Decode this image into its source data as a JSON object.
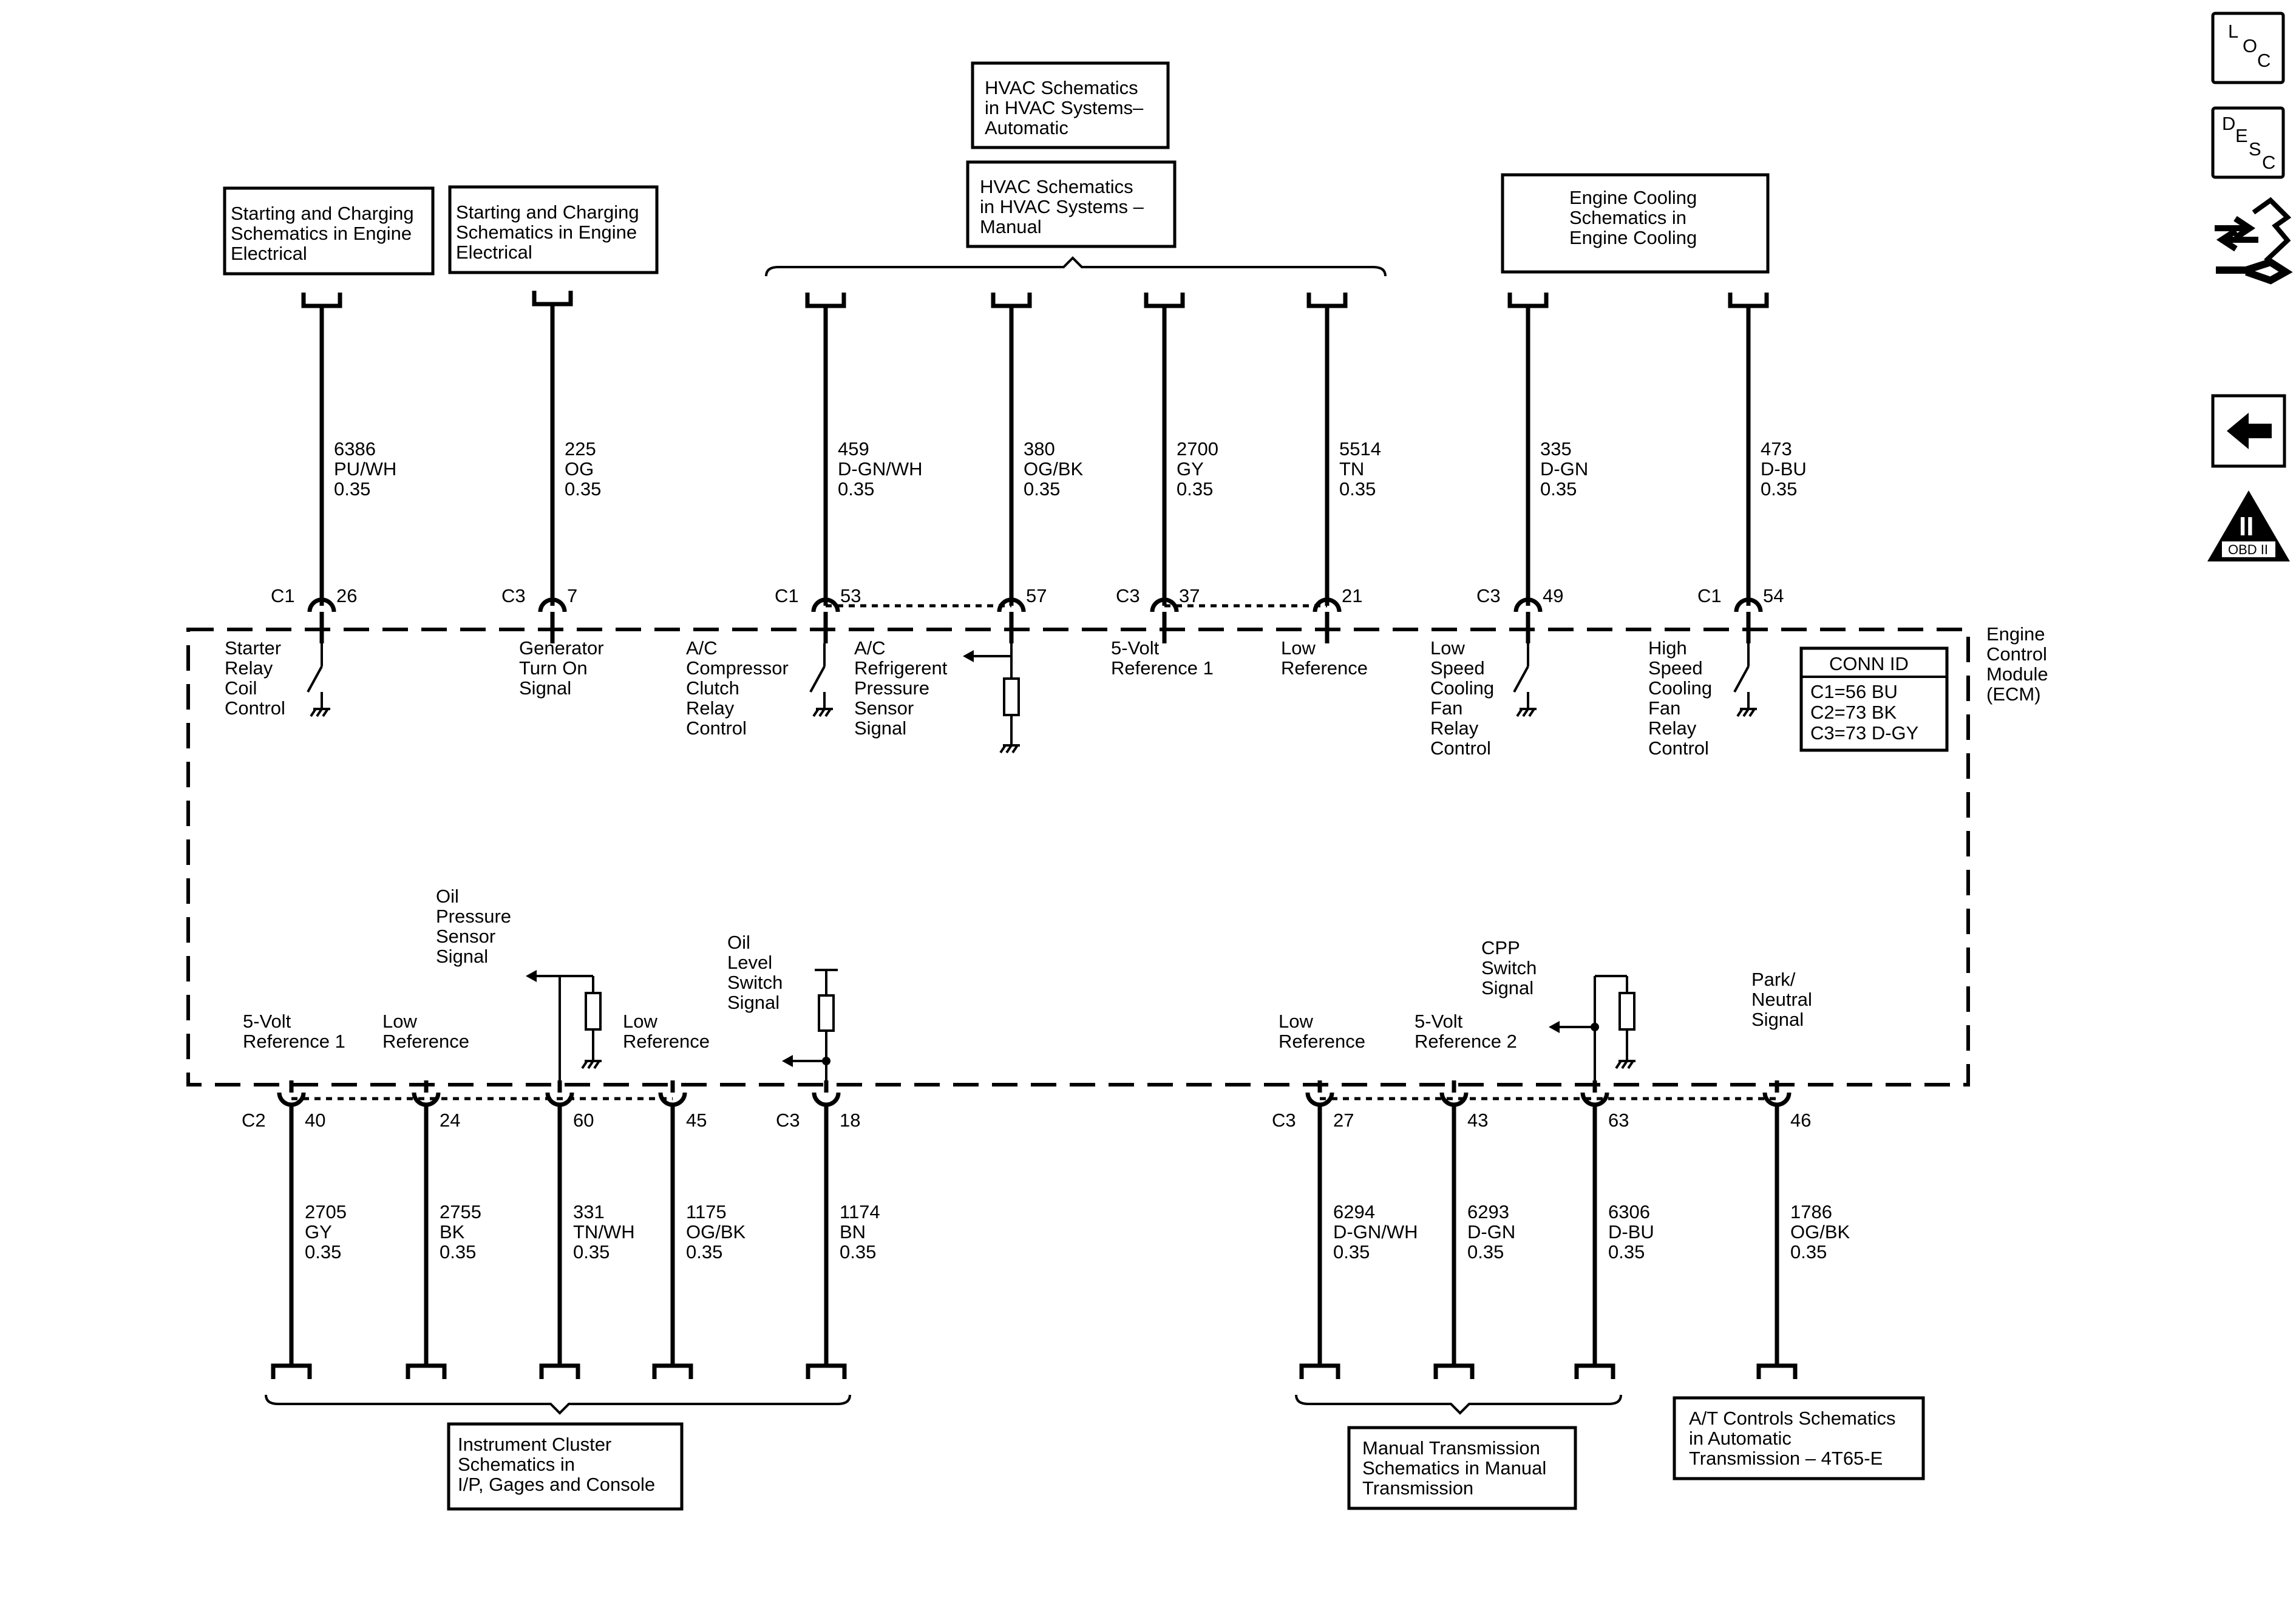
{
  "top_sections": [
    {
      "id": "start1",
      "lines": [
        "Starting and Charging",
        "Schematics in Engine",
        "Electrical"
      ]
    },
    {
      "id": "start2",
      "lines": [
        "Starting and Charging",
        "Schematics in Engine",
        "Electrical"
      ]
    },
    {
      "id": "hvac_auto",
      "lines": [
        "HVAC Schematics",
        "in HVAC Systems–",
        "Automatic"
      ]
    },
    {
      "id": "hvac_manual",
      "lines": [
        "HVAC Schematics",
        "in HVAC Systems –",
        "Manual"
      ]
    },
    {
      "id": "cooling",
      "lines": [
        "Engine Cooling",
        "Schematics in",
        "Engine Cooling"
      ]
    }
  ],
  "bottom_sections": [
    {
      "id": "cluster",
      "lines": [
        "Instrument Cluster",
        "Schematics in",
        "I/P, Gages and Console"
      ]
    },
    {
      "id": "manual_trans",
      "lines": [
        "Manual Transmission",
        "Schematics in Manual",
        "Transmission"
      ]
    },
    {
      "id": "auto_trans",
      "lines": [
        "A/T Controls Schematics",
        "in Automatic",
        "Transmission – 4T65-E"
      ]
    }
  ],
  "ecm": {
    "name_lines": [
      "Engine",
      "Control",
      "Module",
      "(ECM)"
    ]
  },
  "conn_id": {
    "title": "CONN ID",
    "rows": [
      "C1=56 BU",
      "C2=73 BK",
      "C3=73 D-GY"
    ]
  },
  "top_circuits": [
    {
      "connector": "C1",
      "pin": "26",
      "circuit": "6386",
      "color": "PU/WH",
      "gauge": "0.35",
      "signal_lines": [
        "Starter",
        "Relay",
        "Coil",
        "Control"
      ]
    },
    {
      "connector": "C3",
      "pin": "7",
      "circuit": "225",
      "color": "OG",
      "gauge": "0.35",
      "signal_lines": [
        "Generator",
        "Turn On",
        "Signal"
      ]
    },
    {
      "connector": "C1",
      "pin": "53",
      "circuit": "459",
      "color": "D-GN/WH",
      "gauge": "0.35",
      "signal_lines": [
        "A/C",
        "Compressor",
        "Clutch",
        "Relay",
        "Control"
      ]
    },
    {
      "connector": "",
      "pin": "57",
      "circuit": "380",
      "color": "OG/BK",
      "gauge": "0.35",
      "signal_lines": [
        "A/C",
        "Refrigerent",
        "Pressure",
        "Sensor",
        "Signal"
      ]
    },
    {
      "connector": "C3",
      "pin": "37",
      "circuit": "2700",
      "color": "GY",
      "gauge": "0.35",
      "signal_lines": [
        "5-Volt",
        "Reference 1"
      ]
    },
    {
      "connector": "",
      "pin": "21",
      "circuit": "5514",
      "color": "TN",
      "gauge": "0.35",
      "signal_lines": [
        "Low",
        "Reference"
      ]
    },
    {
      "connector": "C3",
      "pin": "49",
      "circuit": "335",
      "color": "D-GN",
      "gauge": "0.35",
      "signal_lines": [
        "Low",
        "Speed",
        "Cooling",
        "Fan",
        "Relay",
        "Control"
      ]
    },
    {
      "connector": "C1",
      "pin": "54",
      "circuit": "473",
      "color": "D-BU",
      "gauge": "0.35",
      "signal_lines": [
        "High",
        "Speed",
        "Cooling",
        "Fan",
        "Relay",
        "Control"
      ]
    }
  ],
  "bottom_circuits": [
    {
      "connector": "C2",
      "pin": "40",
      "circuit": "2705",
      "color": "GY",
      "gauge": "0.35",
      "signal_lines": [
        "5-Volt",
        "Reference 1"
      ]
    },
    {
      "connector": "",
      "pin": "24",
      "circuit": "2755",
      "color": "BK",
      "gauge": "0.35",
      "signal_lines": [
        "Low",
        "Reference"
      ]
    },
    {
      "connector": "",
      "pin": "60",
      "circuit": "331",
      "color": "TN/WH",
      "gauge": "0.35",
      "signal_lines": [
        "Oil",
        "Pressure",
        "Sensor",
        "Signal"
      ]
    },
    {
      "connector": "",
      "pin": "45",
      "circuit": "1175",
      "color": "OG/BK",
      "gauge": "0.35",
      "signal_lines": [
        "Low",
        "Reference"
      ]
    },
    {
      "connector": "C3",
      "pin": "18",
      "circuit": "1174",
      "color": "BN",
      "gauge": "0.35",
      "signal_lines": [
        "Oil",
        "Level",
        "Switch",
        "Signal"
      ]
    },
    {
      "connector": "C3",
      "pin": "27",
      "circuit": "6294",
      "color": "D-GN/WH",
      "gauge": "0.35",
      "signal_lines": [
        "Low",
        "Reference"
      ]
    },
    {
      "connector": "",
      "pin": "43",
      "circuit": "6293",
      "color": "D-GN",
      "gauge": "0.35",
      "signal_lines": [
        "5-Volt",
        "Reference 2"
      ]
    },
    {
      "connector": "",
      "pin": "63",
      "circuit": "6306",
      "color": "D-BU",
      "gauge": "0.35",
      "signal_lines": [
        "CPP",
        "Switch",
        "Signal"
      ]
    },
    {
      "connector": "",
      "pin": "46",
      "circuit": "1786",
      "color": "OG/BK",
      "gauge": "0.35",
      "signal_lines": [
        "Park/",
        "Neutral",
        "Signal"
      ]
    }
  ],
  "nav": {
    "loc": {
      "letters": [
        "L",
        "O",
        "C"
      ],
      "icon": "loc-icon"
    },
    "desc": {
      "letters": [
        "D",
        "E",
        "S",
        "C"
      ],
      "icon": "desc-icon"
    },
    "connector_icon": "connector-wrench-icon",
    "back_icon": "back-arrow-icon",
    "obd": {
      "numeral": "II",
      "label": "OBD II",
      "icon": "obd-ii-icon"
    }
  }
}
